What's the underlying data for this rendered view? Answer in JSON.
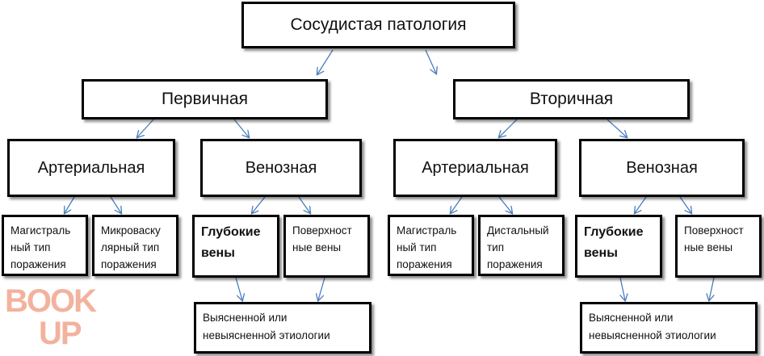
{
  "root": "Сосудистая патология",
  "primary": {
    "label": "Первичная",
    "arterial": {
      "label": "Артериальная",
      "items": [
        "Магистраль\nный тип\nпоражения",
        "Микроваску\nлярный тип\nпоражения"
      ]
    },
    "venous": {
      "label": "Венозная",
      "deep": "Глубокие\nвены",
      "surface": "Поверхност\nные вены",
      "leaf": "Выясненной или\nневыясненной этиологии"
    }
  },
  "secondary": {
    "label": "Вторичная",
    "arterial": {
      "label": "Артериальная",
      "items": [
        "Магистраль\nный тип\nпоражения",
        "Дистальный\nтип\nпоражения"
      ]
    },
    "venous": {
      "label": "Венозная",
      "deep": "Глубокие\nвены",
      "surface": "Поверхност\nные вены",
      "leaf": "Выясненной или\nневыясненной этиологии"
    }
  },
  "watermark": "BOOK UP",
  "colors": {
    "arrow": "#4a7ebb",
    "watermark": "#f2a58c",
    "border": "#000000"
  }
}
